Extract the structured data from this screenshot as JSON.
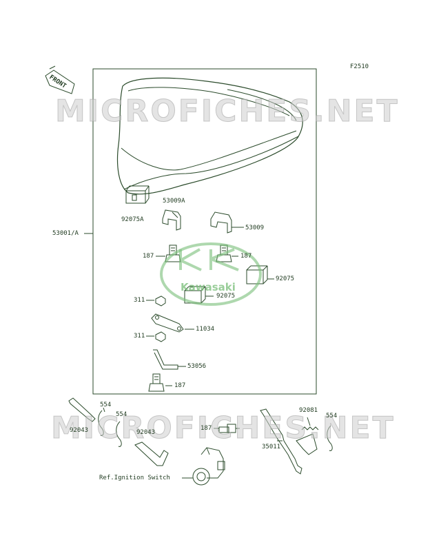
{
  "figure_id": "F2510",
  "front_label": "FRONT",
  "watermark": "MICROFICHES.NET",
  "logo_text": "Kawasaki",
  "ref_label": "Ref.Ignition Switch",
  "parts": {
    "p53001A": "53001/A",
    "p92075A": "92075A",
    "p53009A": "53009A",
    "p53009": "53009",
    "p187_left": "187",
    "p187_right": "187",
    "p92075_right": "92075",
    "p92075_center": "92075",
    "p311_upper": "311",
    "p11034": "11034",
    "p311_lower": "311",
    "p53056": "53056",
    "p187_lower": "187",
    "p554_a": "554",
    "p554_b": "554",
    "p92043_a": "92043",
    "p92043_b": "92043",
    "p187_bottom": "187",
    "p92081": "92081",
    "p554_c": "554",
    "p35011": "35011"
  },
  "colors": {
    "line": "#1f3a1f",
    "part": "#2a4a2a",
    "watermark": "#cfcfcf",
    "logo": "#8fcf8f"
  }
}
